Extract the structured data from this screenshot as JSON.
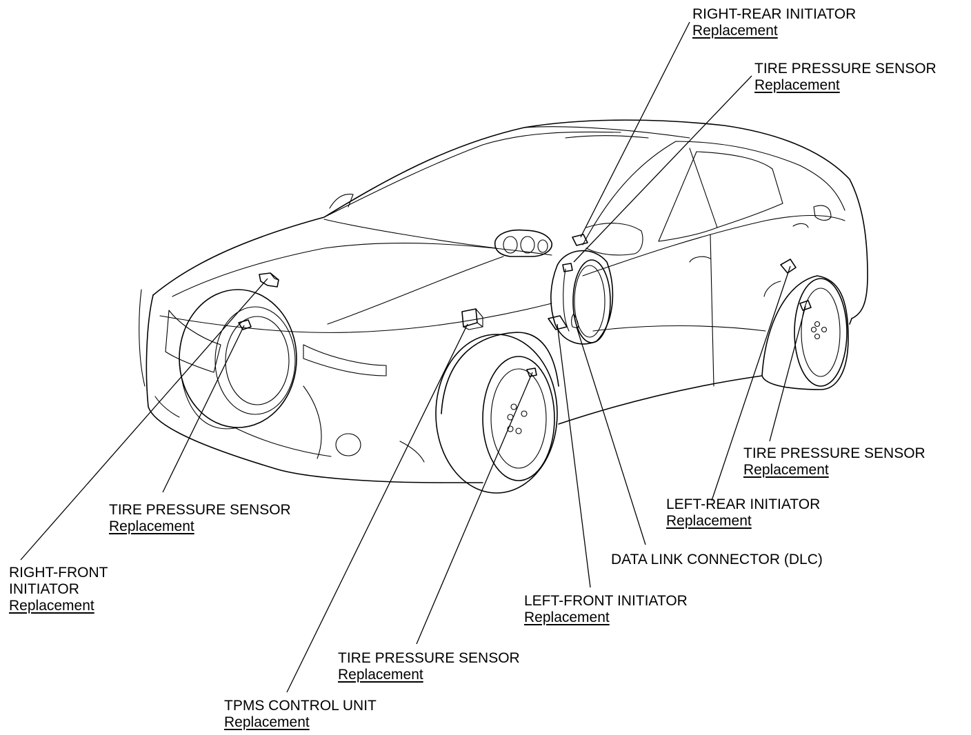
{
  "labels": {
    "right_rear_initiator": {
      "title": "RIGHT-REAR INITIATOR",
      "link": "Replacement"
    },
    "tpms_sensor_right_rear": {
      "title": "TIRE PRESSURE SENSOR",
      "link": "Replacement"
    },
    "tpms_sensor_left_rear": {
      "title": "TIRE PRESSURE SENSOR",
      "link": "Replacement"
    },
    "left_rear_initiator": {
      "title": "LEFT-REAR INITIATOR",
      "link": "Replacement"
    },
    "data_link_connector": {
      "title": "DATA LINK CONNECTOR (DLC)"
    },
    "left_front_initiator": {
      "title": "LEFT-FRONT INITIATOR",
      "link": "Replacement"
    },
    "tpms_sensor_left_front": {
      "title": "TIRE PRESSURE SENSOR",
      "link": "Replacement"
    },
    "tpms_control_unit": {
      "title": "TPMS CONTROL UNIT",
      "link": "Replacement"
    },
    "tpms_sensor_right_front": {
      "title": "TIRE PRESSURE SENSOR",
      "link": "Replacement"
    },
    "right_front_initiator": {
      "title_line1": "RIGHT-FRONT",
      "title_line2": "INITIATOR",
      "link": "Replacement"
    }
  },
  "colors": {
    "ink": "#000000",
    "paper": "#ffffff"
  }
}
